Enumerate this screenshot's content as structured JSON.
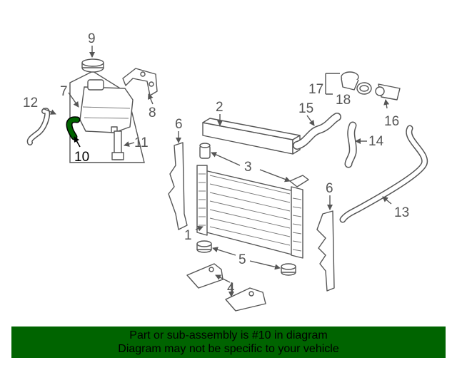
{
  "diagram": {
    "callouts": [
      {
        "id": "1",
        "text": "1"
      },
      {
        "id": "2",
        "text": "2"
      },
      {
        "id": "3",
        "text": "3"
      },
      {
        "id": "4",
        "text": "4"
      },
      {
        "id": "5",
        "text": "5"
      },
      {
        "id": "6a",
        "text": "6"
      },
      {
        "id": "6b",
        "text": "6"
      },
      {
        "id": "7",
        "text": "7"
      },
      {
        "id": "8",
        "text": "8"
      },
      {
        "id": "9",
        "text": "9"
      },
      {
        "id": "10",
        "text": "10"
      },
      {
        "id": "11",
        "text": "11"
      },
      {
        "id": "12",
        "text": "12"
      },
      {
        "id": "13",
        "text": "13"
      },
      {
        "id": "14",
        "text": "14"
      },
      {
        "id": "15",
        "text": "15"
      },
      {
        "id": "16",
        "text": "16"
      },
      {
        "id": "17",
        "text": "17"
      },
      {
        "id": "18",
        "text": "18"
      }
    ],
    "highlight_color": "#006400",
    "line_color": "#555555"
  },
  "footer": {
    "line1": "Part or sub-assembly is #10 in diagram",
    "line2": "Diagram may not be specific to your vehicle",
    "background_color": "#006400"
  }
}
